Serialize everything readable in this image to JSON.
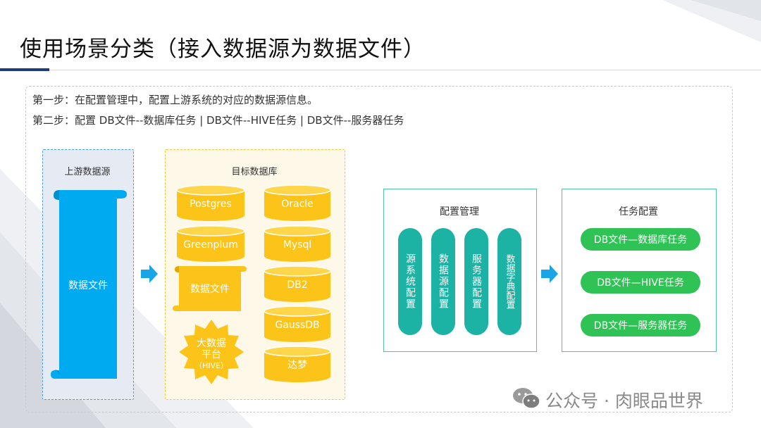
{
  "title": "使用场景分类（接入数据源为数据文件）",
  "steps": [
    "第一步：在配置管理中，配置上游系统的对应的数据源信息。",
    "第二步：配置 DB文件--数据库任务 | DB文件--HIVE任务 | DB文件--服务器任务"
  ],
  "upstream": {
    "title": "上游数据源",
    "file_label": "数据文件"
  },
  "target": {
    "title": "目标数据库",
    "left_items": [
      "Postgres",
      "Greenplum"
    ],
    "right_items": [
      "Oracle",
      "Mysql",
      "DB2",
      "GaussDB",
      "达梦"
    ],
    "file_label": "数据文件",
    "badge_lines": [
      "大数据",
      "平台",
      "（HIVE）"
    ]
  },
  "config": {
    "title": "配置管理",
    "pills": [
      "源系统配置",
      "数据源配置",
      "服务器配置",
      "数据字典配置"
    ]
  },
  "task": {
    "title": "任务配置",
    "items": [
      "DB文件—数据库任务",
      "DB文件—HIVE任务",
      "DB文件—服务器任务"
    ]
  },
  "watermark": "公众号 · 肉眼品世界",
  "colors": {
    "blue": "#00aaf0",
    "yellow": "#fcc419",
    "teal": "#1db3a4",
    "green": "#2fc255",
    "arrow": "#1aa5e6"
  }
}
